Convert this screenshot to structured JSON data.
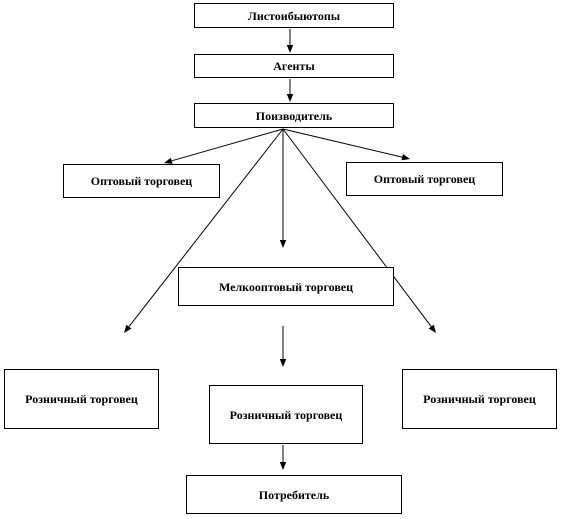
{
  "diagram": {
    "nodes": {
      "distributors": "Листоибыютопы",
      "agents": "Агенты",
      "producer": "Поизводитель",
      "wholesaler_left": "Оптовый торговец",
      "wholesaler_right": "Оптовый торговец",
      "small_wholesaler": "Мелкооптовый торговец",
      "retailer_left": "Розничный торговец",
      "retailer_center": "Розничный торговец",
      "retailer_right": "Розничный торговец",
      "consumer": "Потребитель"
    },
    "edges": [
      {
        "from": "distributors",
        "to": "agents"
      },
      {
        "from": "agents",
        "to": "producer"
      },
      {
        "from": "producer",
        "to": "wholesaler_left"
      },
      {
        "from": "producer",
        "to": "wholesaler_right"
      },
      {
        "from": "producer",
        "to": "small_wholesaler"
      },
      {
        "from": "producer",
        "to": "retailer_left"
      },
      {
        "from": "producer",
        "to": "retailer_right"
      },
      {
        "from": "small_wholesaler",
        "to": "retailer_center"
      },
      {
        "from": "retailer_center",
        "to": "consumer"
      }
    ],
    "colors": {
      "line": "#000000",
      "box_border": "#000000",
      "background": "#ffffff"
    }
  }
}
